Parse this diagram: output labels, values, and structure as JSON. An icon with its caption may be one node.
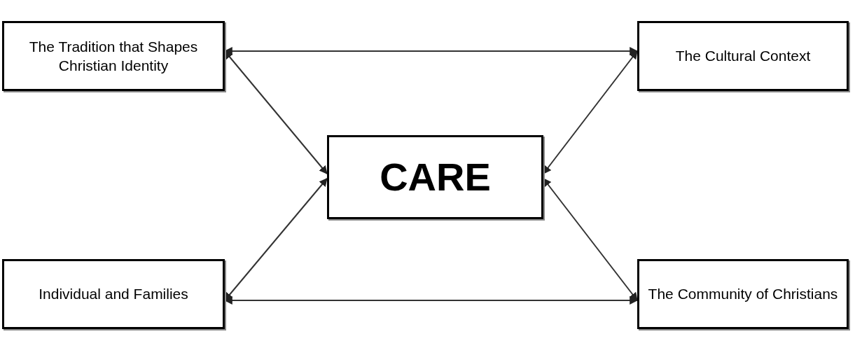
{
  "diagram": {
    "nodes": [
      {
        "text": [
          "The Tradition that Shapes Christian Identity"
        ]
      },
      {
        "text": [
          "The Cultural Context"
        ]
      },
      {
        "text": [
          "CARE"
        ]
      },
      {
        "text": [
          "Individual and Families"
        ]
      },
      {
        "text": [
          "The Community of Christians"
        ]
      }
    ],
    "edges": [
      {
        "from": 0,
        "to": 1,
        "arrow": "both"
      },
      {
        "from": 0,
        "to": 2,
        "arrow": "both"
      },
      {
        "from": 1,
        "to": 2,
        "arrow": "both"
      },
      {
        "from": 3,
        "to": 2,
        "arrow": "both"
      },
      {
        "from": 2,
        "to": 4,
        "arrow": "both"
      },
      {
        "from": 3,
        "to": 4,
        "arrow": "both"
      }
    ]
  }
}
